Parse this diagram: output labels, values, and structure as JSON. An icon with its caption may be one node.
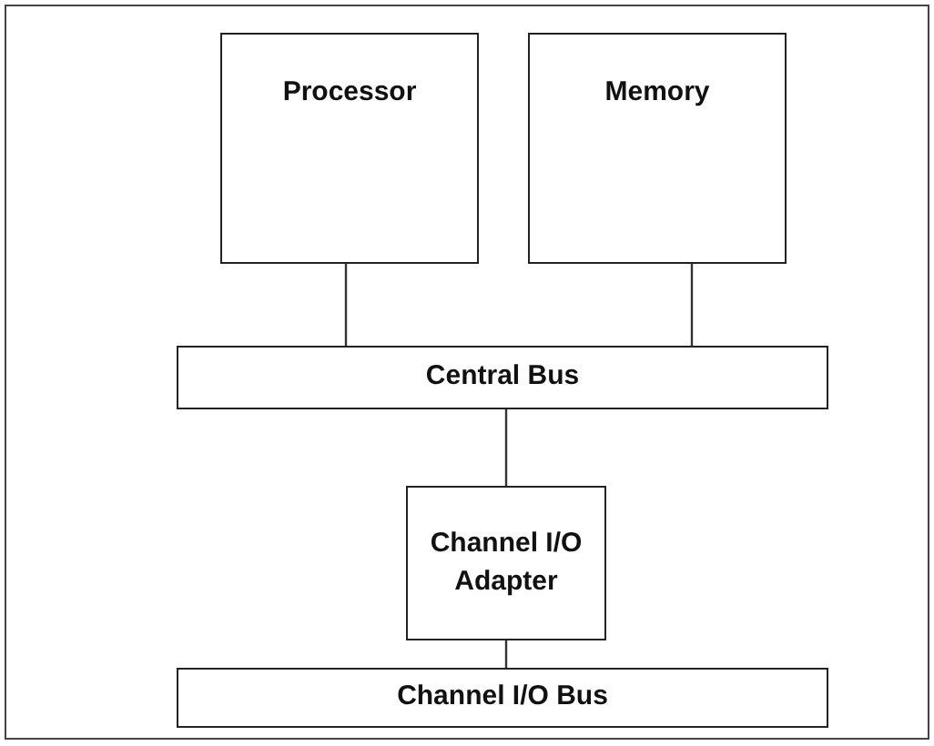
{
  "diagram": {
    "nodes": [
      {
        "text": [
          "Processor"
        ]
      },
      {
        "text": [
          "Memory"
        ]
      },
      {
        "text": [
          "Central Bus"
        ]
      },
      {
        "text": [
          "Channel I/O Adapter"
        ]
      },
      {
        "text": [
          "Channel I/O Bus"
        ]
      }
    ],
    "edges": [
      {
        "from": 0,
        "to": 2,
        "arrow": "none"
      },
      {
        "from": 1,
        "to": 2,
        "arrow": "none"
      },
      {
        "from": 2,
        "to": 3,
        "arrow": "none"
      },
      {
        "from": 3,
        "to": 4,
        "arrow": "none"
      }
    ]
  }
}
